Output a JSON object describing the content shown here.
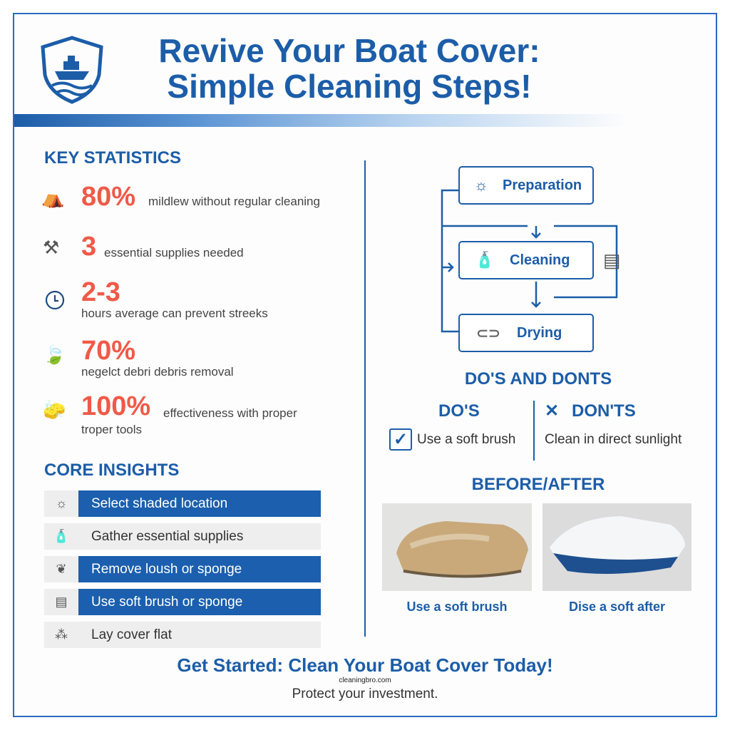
{
  "header": {
    "title_line1": "Revive Your Boat Cover:",
    "title_line2": "Simple Cleaning Steps!",
    "logo": "shield-boat-logo"
  },
  "stats": {
    "heading": "KEY STATISTICS",
    "items": [
      {
        "value": "80%",
        "text": "mildlew without regular cleaning",
        "icon": "boat-cover-icon"
      },
      {
        "value": "3",
        "text": "essential supplies needed",
        "icon": "brush-tools-icon"
      },
      {
        "value": "2-3",
        "text": "hours average can prevent streeks",
        "icon": "clock-icon"
      },
      {
        "value": "70%",
        "text": "negelct debri debris removal",
        "icon": "leaves-debris-icon"
      },
      {
        "value": "100%",
        "text": "effectiveness with proper",
        "text2": "troper tools",
        "icon": "cleaning-tools-icon"
      }
    ]
  },
  "insights": {
    "heading": "CORE INSIGHTS",
    "items": [
      {
        "label": "Select shaded location",
        "icon": "sun-icon",
        "style": "blue"
      },
      {
        "label": "Gather essential supplies",
        "icon": "bottles-icon",
        "style": "gray"
      },
      {
        "label": "Remove loush or sponge",
        "icon": "leaves-icon",
        "style": "blue"
      },
      {
        "label": "Use soft brush or sponge",
        "icon": "brush-icon",
        "style": "blue"
      },
      {
        "label": "Lay cover flat",
        "icon": "cover-flat-icon",
        "style": "gray"
      }
    ]
  },
  "flow": {
    "steps": [
      {
        "label": "Preparation",
        "icon": "sun-brush-icon"
      },
      {
        "label": "Cleaning",
        "icon": "spray-bottles-icon"
      },
      {
        "label": "Drying",
        "icon": "dryer-icon"
      }
    ],
    "side_icon": "scrub-brush-icon"
  },
  "dos_donts": {
    "heading": "DO'S AND DONTS",
    "dos_title": "DO'S",
    "dos_item": "Use a soft brush",
    "donts_title": "DON'TS",
    "donts_item": "Clean in direct sunlight"
  },
  "before_after": {
    "heading": "BEFORE/AFTER",
    "before_caption": "Use a soft brush",
    "after_caption": "Dise a soft after"
  },
  "footer": {
    "title": "Get Started: Clean Your Boat Cover Today!",
    "subtitle": "Protect your investment.",
    "watermark": "cleaningbro.com"
  },
  "colors": {
    "primary": "#1c5da8",
    "accent": "#ef5a48"
  }
}
